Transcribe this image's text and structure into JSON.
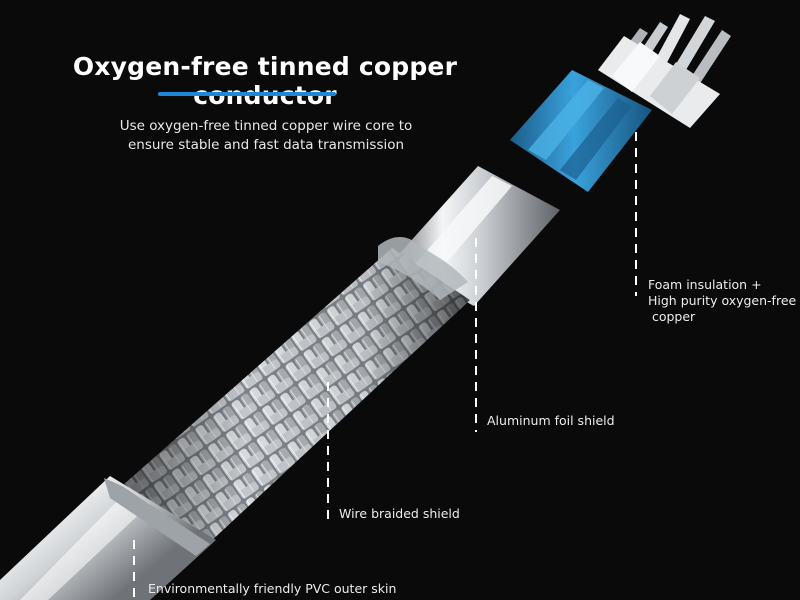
{
  "heading": {
    "title": "Oxygen-free tinned copper conductor",
    "subtitle_line1": "Use oxygen-free tinned copper wire core to",
    "subtitle_line2": "ensure stable and fast data transmission",
    "accent_color": "#1e88d8"
  },
  "callouts": {
    "foam_line1": "Foam insulation +",
    "foam_line2": "High purity oxygen-free",
    "foam_line3": " copper",
    "foil": "Aluminum foil shield",
    "braid": "Wire braided shield",
    "pvc": "Environmentally friendly PVC outer skin"
  },
  "colors": {
    "background": "#0a0a0a",
    "insulation_blue": "#2f8ec9",
    "foil_silver": "#d9dde0",
    "braid_silver": "#b9bec2",
    "jacket_white": "#e2e4e6"
  }
}
